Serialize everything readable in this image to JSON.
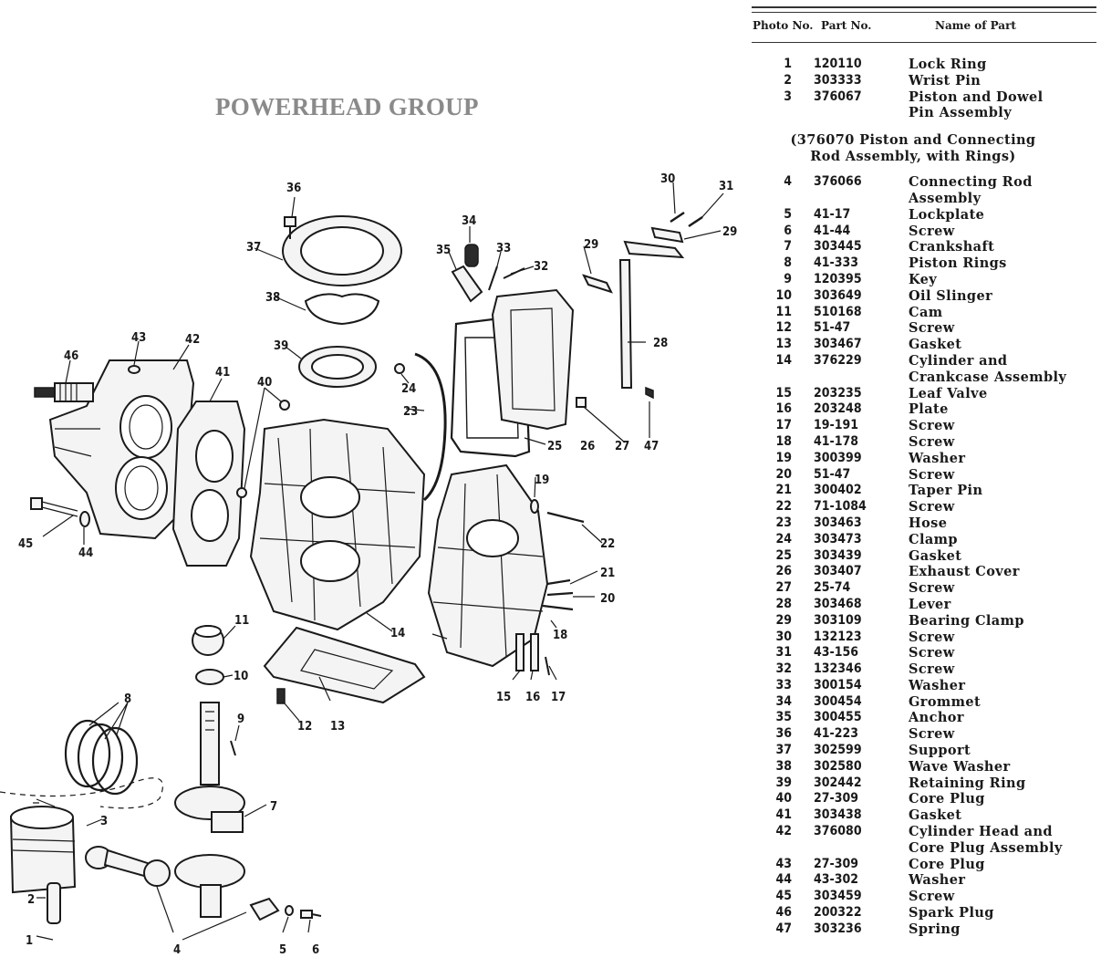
{
  "title": "POWERHEAD GROUP",
  "table": {
    "headers": {
      "photo_no": "Photo No.",
      "part_no": "Part No.",
      "name": "Name of Part"
    },
    "rows_a": [
      {
        "no": "1",
        "part": "120110",
        "name": "Lock Ring"
      },
      {
        "no": "2",
        "part": "303333",
        "name": "Wrist Pin"
      },
      {
        "no": "3",
        "part": "376067",
        "name": "Piston and Dowel"
      },
      {
        "no": "",
        "part": "",
        "name": "Pin Assembly"
      }
    ],
    "note_line1": "(376070 Piston and Connecting",
    "note_line2": "Rod Assembly, with Rings)",
    "rows_b": [
      {
        "no": "4",
        "part": "376066",
        "name": "Connecting Rod"
      },
      {
        "no": "",
        "part": "",
        "name": "Assembly"
      },
      {
        "no": "5",
        "part": "41-17",
        "name": "Lockplate"
      },
      {
        "no": "6",
        "part": "41-44",
        "name": "Screw"
      },
      {
        "no": "7",
        "part": "303445",
        "name": "Crankshaft"
      },
      {
        "no": "8",
        "part": "41-333",
        "name": "Piston Rings"
      },
      {
        "no": "9",
        "part": "120395",
        "name": "Key"
      },
      {
        "no": "10",
        "part": "303649",
        "name": "Oil Slinger"
      },
      {
        "no": "11",
        "part": "510168",
        "name": "Cam"
      },
      {
        "no": "12",
        "part": "51-47",
        "name": "Screw"
      },
      {
        "no": "13",
        "part": "303467",
        "name": "Gasket"
      },
      {
        "no": "14",
        "part": "376229",
        "name": "Cylinder and"
      },
      {
        "no": "",
        "part": "",
        "name": "Crankcase Assembly"
      },
      {
        "no": "15",
        "part": "203235",
        "name": "Leaf Valve"
      },
      {
        "no": "16",
        "part": "203248",
        "name": "Plate"
      },
      {
        "no": "17",
        "part": "19-191",
        "name": "Screw"
      },
      {
        "no": "18",
        "part": "41-178",
        "name": "Screw"
      },
      {
        "no": "19",
        "part": "300399",
        "name": "Washer"
      },
      {
        "no": "20",
        "part": "51-47",
        "name": "Screw"
      },
      {
        "no": "21",
        "part": "300402",
        "name": "Taper Pin"
      },
      {
        "no": "22",
        "part": "71-1084",
        "name": "Screw"
      },
      {
        "no": "23",
        "part": "303463",
        "name": "Hose"
      },
      {
        "no": "24",
        "part": "303473",
        "name": "Clamp"
      },
      {
        "no": "25",
        "part": "303439",
        "name": "Gasket"
      },
      {
        "no": "26",
        "part": "303407",
        "name": "Exhaust Cover"
      },
      {
        "no": "27",
        "part": "25-74",
        "name": "Screw"
      },
      {
        "no": "28",
        "part": "303468",
        "name": "Lever"
      },
      {
        "no": "29",
        "part": "303109",
        "name": "Bearing Clamp"
      },
      {
        "no": "30",
        "part": "132123",
        "name": "Screw"
      },
      {
        "no": "31",
        "part": "43-156",
        "name": "Screw"
      },
      {
        "no": "32",
        "part": "132346",
        "name": "Screw"
      },
      {
        "no": "33",
        "part": "300154",
        "name": "Washer"
      },
      {
        "no": "34",
        "part": "300454",
        "name": "Grommet"
      },
      {
        "no": "35",
        "part": "300455",
        "name": "Anchor"
      },
      {
        "no": "36",
        "part": "41-223",
        "name": "Screw"
      },
      {
        "no": "37",
        "part": "302599",
        "name": "Support"
      },
      {
        "no": "38",
        "part": "302580",
        "name": "Wave Washer"
      },
      {
        "no": "39",
        "part": "302442",
        "name": "Retaining Ring"
      },
      {
        "no": "40",
        "part": "27-309",
        "name": "Core Plug"
      },
      {
        "no": "41",
        "part": "303438",
        "name": "Gasket"
      },
      {
        "no": "42",
        "part": "376080",
        "name": "Cylinder Head and"
      },
      {
        "no": "",
        "part": "",
        "name": "Core Plug Assembly"
      },
      {
        "no": "43",
        "part": "27-309",
        "name": "Core Plug"
      },
      {
        "no": "44",
        "part": "43-302",
        "name": "Washer"
      },
      {
        "no": "45",
        "part": "303459",
        "name": "Screw"
      },
      {
        "no": "46",
        "part": "200322",
        "name": "Spark Plug"
      },
      {
        "no": "47",
        "part": "303236",
        "name": "Spring"
      }
    ]
  },
  "callouts": [
    "1",
    "2",
    "3",
    "4",
    "5",
    "6",
    "7",
    "8",
    "9",
    "10",
    "11",
    "12",
    "13",
    "14",
    "15",
    "16",
    "17",
    "18",
    "19",
    "20",
    "21",
    "22",
    "23",
    "24",
    "25",
    "26",
    "27",
    "28",
    "29",
    "29",
    "30",
    "31",
    "32",
    "33",
    "34",
    "35",
    "36",
    "37",
    "38",
    "39",
    "40",
    "41",
    "42",
    "43",
    "44",
    "45",
    "46",
    "47"
  ]
}
